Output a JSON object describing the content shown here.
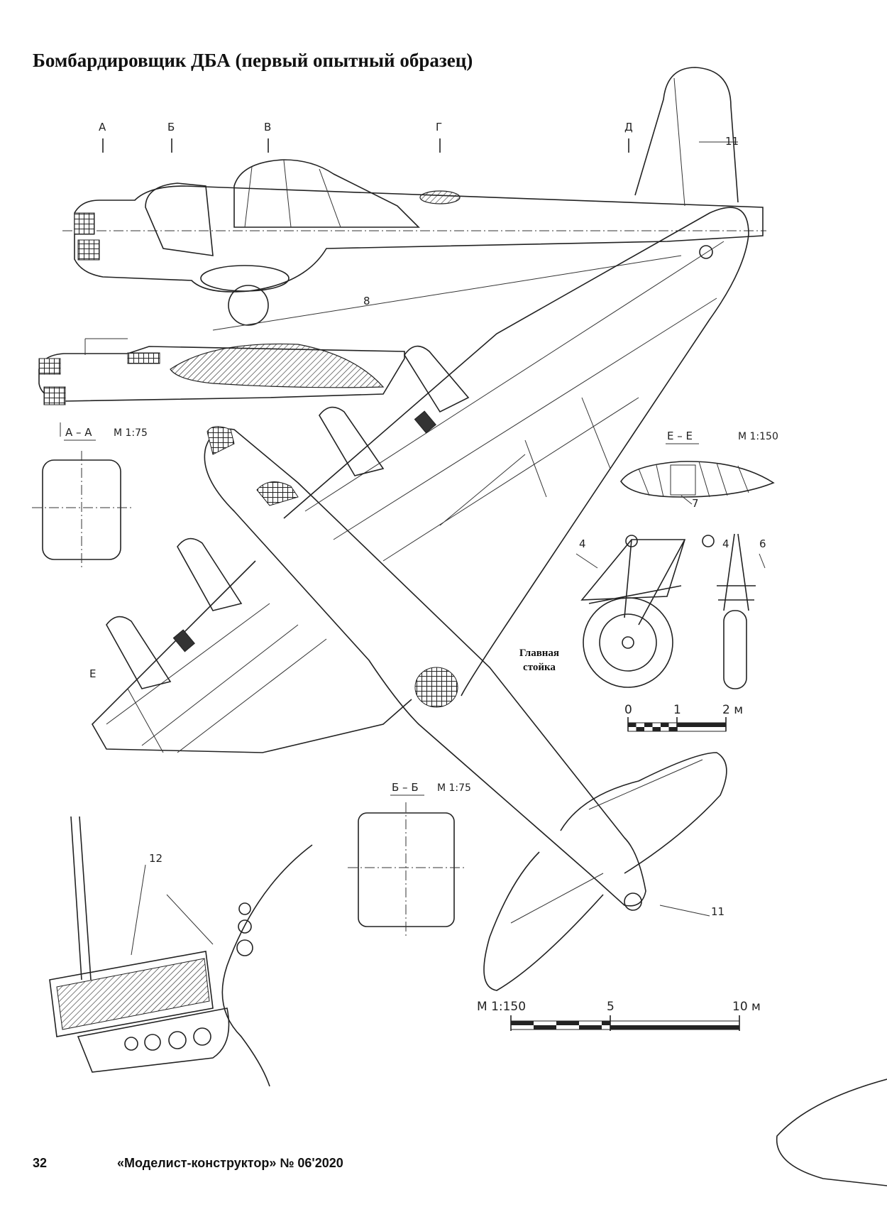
{
  "title": "Бомбардировщик ДБА (первый опытный образец)",
  "sections": {
    "markers": [
      "А",
      "Б",
      "В",
      "Г",
      "Д"
    ],
    "aa": {
      "name": "А – А",
      "scale": "М 1:75"
    },
    "bb": {
      "name": "Б – Б",
      "scale": "М 1:75"
    },
    "ee": {
      "name": "Е – Е",
      "scale": "М 1:150"
    },
    "e_mark": "Е"
  },
  "callouts": {
    "c4a": "4",
    "c4b": "4",
    "c6": "6",
    "c7": "7",
    "c8": "8",
    "c11a": "11",
    "c11b": "11",
    "c12": "12"
  },
  "main_gear_label": "Главная стойка",
  "scale_small": {
    "t0": "0",
    "t1": "1",
    "t2": "2 м"
  },
  "scale_large": {
    "name": "М 1:150",
    "t5": "5",
    "t10": "10 м"
  },
  "footer": {
    "page": "32",
    "magazine": "«Моделист-конструктор» № 06'2020"
  }
}
